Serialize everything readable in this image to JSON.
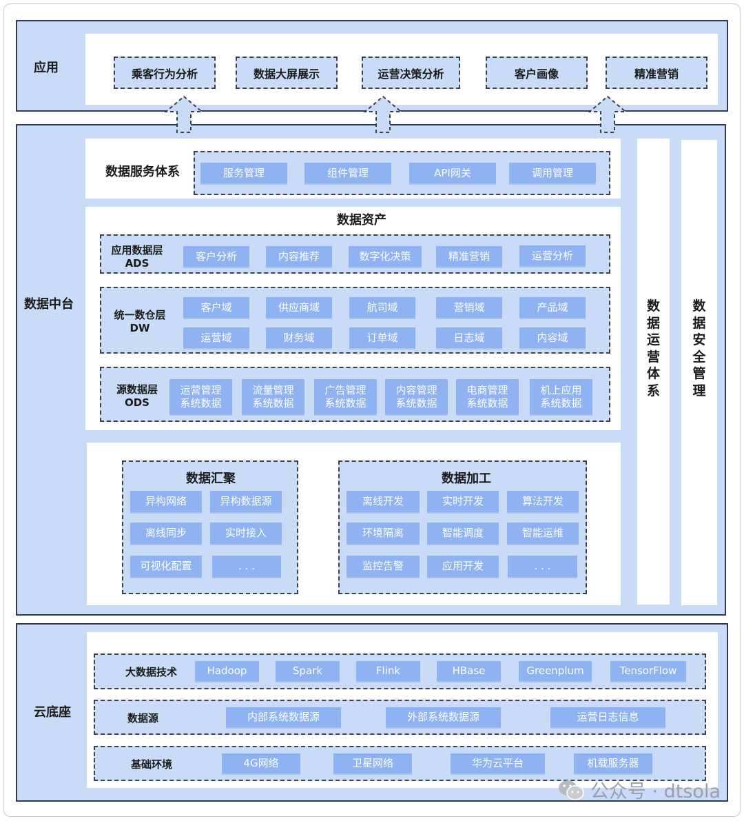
{
  "application": {
    "title": "应用",
    "items": [
      "乘客行为分析",
      "数据大屏展示",
      "运营决策分析",
      "客户画像",
      "精准营销"
    ]
  },
  "middle": {
    "title": "数据中台",
    "service": {
      "title": "数据服务体系",
      "items": [
        "服务管理",
        "组件管理",
        "API网关",
        "调用管理"
      ]
    },
    "assets": {
      "title": "数据资产",
      "ads": {
        "name": "应用数据层",
        "code": "ADS",
        "items": [
          "客户分析",
          "内容推荐",
          "数字化决策",
          "精准营销",
          "运营分析"
        ]
      },
      "dw": {
        "name": "统一数仓层",
        "code": "DW",
        "row1": [
          "客户域",
          "供应商域",
          "航司域",
          "营销域",
          "产品域"
        ],
        "row2": [
          "运营域",
          "财务域",
          "订单域",
          "日志域",
          "内容域"
        ]
      },
      "ods": {
        "name": "源数据层",
        "code": "ODS",
        "items": [
          {
            "l1": "运营管理",
            "l2": "系统数据"
          },
          {
            "l1": "流量管理",
            "l2": "系统数据"
          },
          {
            "l1": "广告管理",
            "l2": "系统数据"
          },
          {
            "l1": "内容管理",
            "l2": "系统数据"
          },
          {
            "l1": "电商管理",
            "l2": "系统数据"
          },
          {
            "l1": "机上应用",
            "l2": "系统数据"
          }
        ]
      }
    },
    "aggregation": {
      "title": "数据汇聚",
      "items": [
        "异构网络",
        "异构数据源",
        "离线同步",
        "实时接入",
        "可视化配置",
        ". . ."
      ]
    },
    "processing": {
      "title": "数据加工",
      "items": [
        "离线开发",
        "实时开发",
        "算法开发",
        "环境隔离",
        "智能调度",
        "智能运维",
        "监控告警",
        "应用开发",
        ". . ."
      ]
    },
    "operations": {
      "title": "数据运营体系",
      "chars": [
        "数",
        "据",
        "运",
        "营",
        "体",
        "系"
      ]
    },
    "security": {
      "title": "数据安全管理",
      "chars": [
        "数",
        "据",
        "安",
        "全",
        "管",
        "理"
      ]
    }
  },
  "cloud": {
    "title": "云底座",
    "bigdata": {
      "title": "大数据技术",
      "items": [
        "Hadoop",
        "Spark",
        "Flink",
        "HBase",
        "Greenplum",
        "TensorFlow"
      ]
    },
    "sources": {
      "title": "数据源",
      "items": [
        "内部系统数据源",
        "外部系统数据源",
        "运营日志信息"
      ]
    },
    "infra": {
      "title": "基础环境",
      "items": [
        "4G网络",
        "卫星网络",
        "华为云平台",
        "机载服务器"
      ]
    }
  },
  "watermark": {
    "text": "公众号 · dtsola",
    "icon": "wechat-icon"
  },
  "colors": {
    "section_bg": "#c9dbf6",
    "pill": "#8fb3f2",
    "border": "#2f3b52",
    "watermark": "#9aa0a8"
  }
}
